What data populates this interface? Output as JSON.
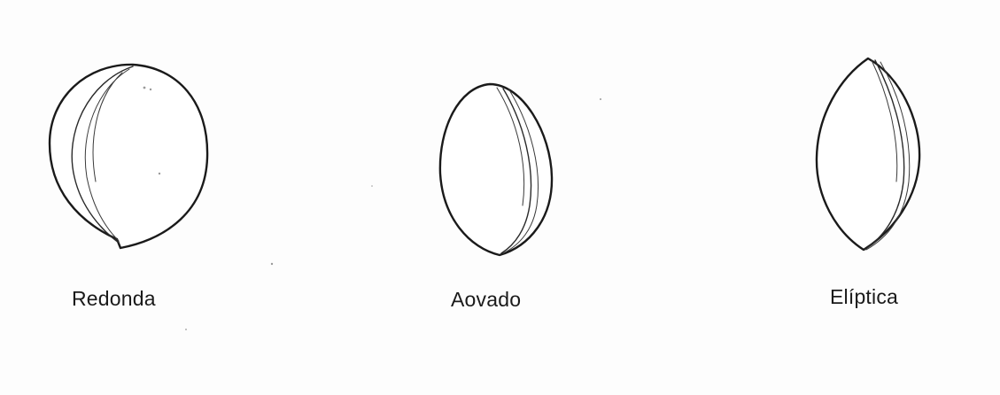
{
  "shapes": [
    {
      "id": "redonda",
      "label": "Redonda"
    },
    {
      "id": "aovado",
      "label": "Aovado"
    },
    {
      "id": "eliptica",
      "label": "Elíptica"
    }
  ]
}
